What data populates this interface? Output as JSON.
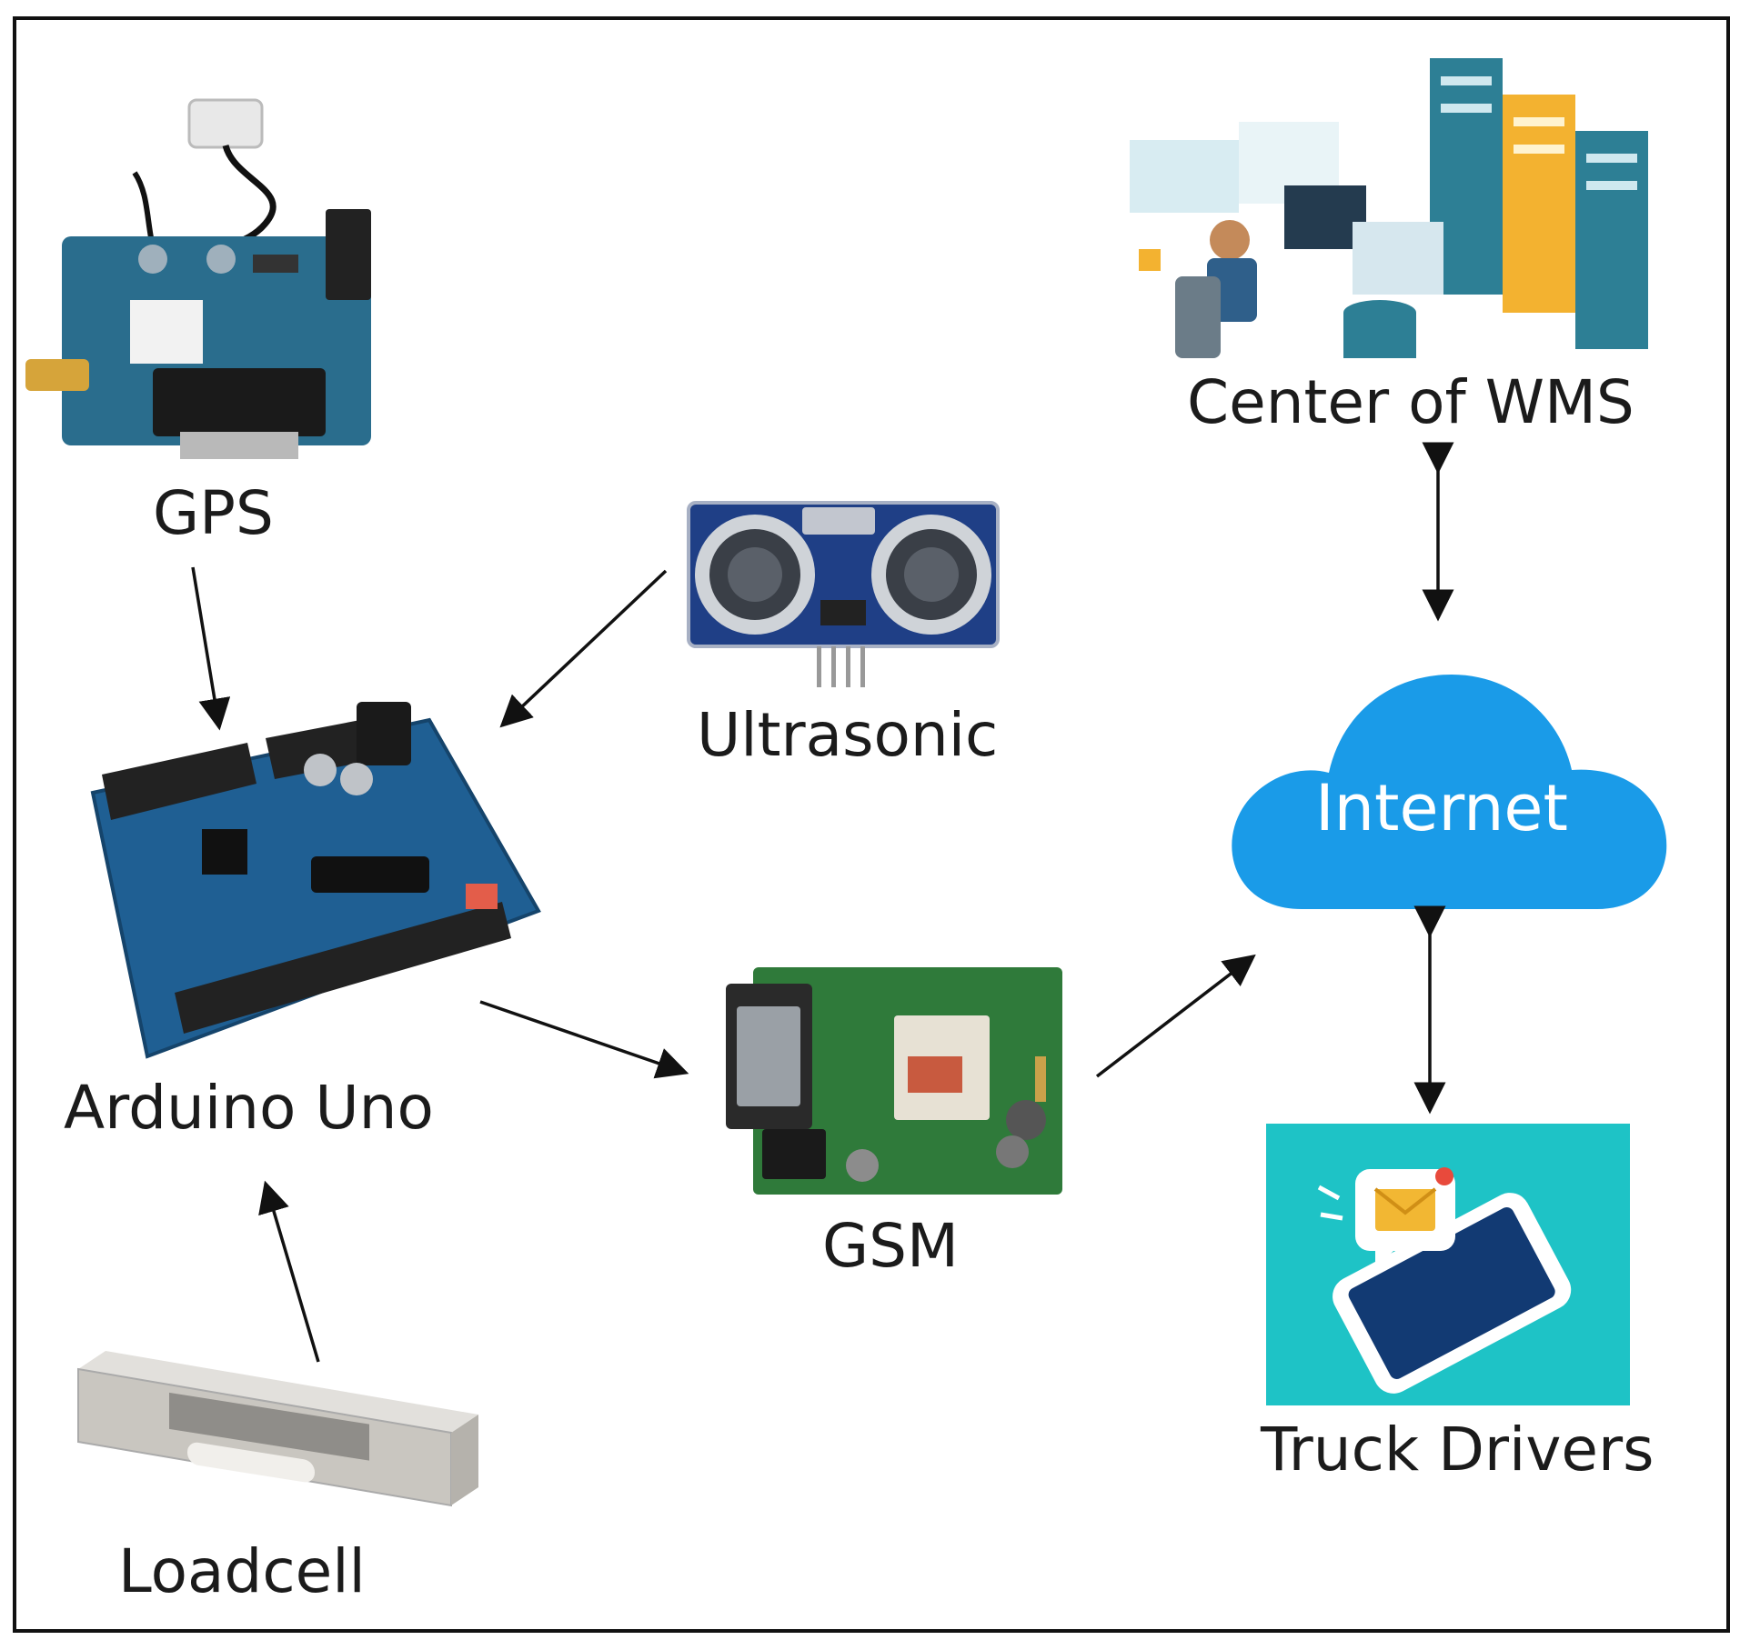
{
  "nodes": {
    "gps": {
      "label": "GPS",
      "icon": "gps-module-icon"
    },
    "ultrasonic": {
      "label": "Ultrasonic",
      "icon": "ultrasonic-sensor-icon"
    },
    "arduino": {
      "label": "Arduino Uno",
      "icon": "arduino-board-icon"
    },
    "gsm": {
      "label": "GSM",
      "icon": "gsm-module-icon"
    },
    "loadcell": {
      "label": "Loadcell",
      "icon": "loadcell-icon"
    },
    "wms_center": {
      "label": "Center of WMS",
      "icon": "data-center-icon"
    },
    "internet": {
      "label": "Internet",
      "icon": "cloud-icon"
    },
    "truck_drivers": {
      "label": "Truck Drivers",
      "icon": "smartphone-message-icon"
    }
  },
  "edges": [
    {
      "from": "GPS",
      "to": "Arduino Uno",
      "direction": "one-way"
    },
    {
      "from": "Ultrasonic",
      "to": "Arduino Uno",
      "direction": "one-way"
    },
    {
      "from": "Loadcell",
      "to": "Arduino Uno",
      "direction": "one-way"
    },
    {
      "from": "Arduino Uno",
      "to": "GSM",
      "direction": "one-way"
    },
    {
      "from": "GSM",
      "to": "Internet",
      "direction": "one-way"
    },
    {
      "from": "Center of WMS",
      "to": "Internet",
      "direction": "two-way"
    },
    {
      "from": "Internet",
      "to": "Truck Drivers",
      "direction": "two-way"
    }
  ],
  "colors": {
    "cloud": "#1a9be8",
    "cloud_text": "#ffffff",
    "pcb_blue": "#1f5f93",
    "pcb_green": "#2f7a3a",
    "teal_panel": "#1ec3c6",
    "arrow": "#111111"
  }
}
